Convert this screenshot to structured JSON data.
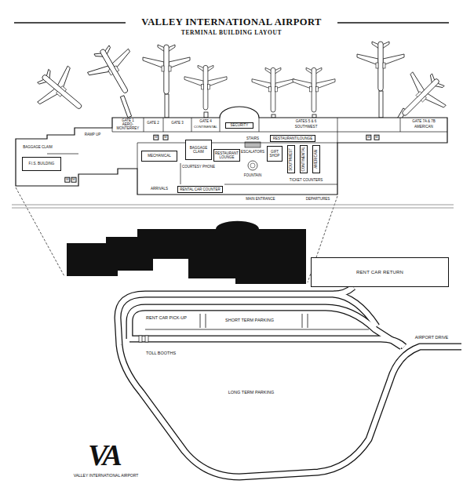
{
  "diagram": {
    "title": "VALLEY INTERNATIONAL AIRPORT",
    "nodes": [
      {
        "text": [
          "SECURITY"
        ]
      },
      {
        "text": [
          "F.I.S. BUILDING"
        ]
      },
      {
        "text": [
          "MECHANICAL"
        ]
      },
      {
        "text": [
          "BAGGAGE CLAIM"
        ]
      },
      {
        "text": [
          "RESTAURANT LOUNGE"
        ]
      },
      {
        "text": [
          "RESTAURANT/LOUNGE"
        ]
      },
      {
        "text": [
          "GIFT SHOP"
        ]
      },
      {
        "text": [
          "SOUTHWEST"
        ]
      },
      {
        "text": [
          "CONTINENTAL"
        ]
      },
      {
        "text": [
          "AMERICAN"
        ]
      },
      {
        "text": [
          "RENTAL CAR COUNTER"
        ]
      },
      {
        "text": [
          "RENT CAR RETURN"
        ]
      }
    ],
    "labels": [
      "TERMINAL BUILDING LAYOUT",
      "GATE 1 AERO-MONTERREY",
      "GATE 2",
      "GATE 3",
      "GATE 4",
      "CONTINENTAL",
      "GATES 5 & 6",
      "SOUTHWEST",
      "GATE 7A & 7B",
      "AMERICAN",
      "RAMP UP",
      "BAGGAGE CLAIM",
      "W",
      "M",
      "W",
      "M",
      "W",
      "M",
      "COURTESY PHONE",
      "STAIRS",
      "ESCALATORS",
      "FOUNTAIN",
      "TICKET COUNTERS",
      "ARRIVALS",
      "MAIN ENTRANCE",
      "DEPARTURES",
      "RENT CAR PICK-UP",
      "SHORT TERM PARKING",
      "AIRPORT DRIVE",
      "TOLL BOOTHS",
      "LONG TERM PARKING",
      "VA",
      "VALLEY INTERNATIONAL AIRPORT"
    ]
  }
}
